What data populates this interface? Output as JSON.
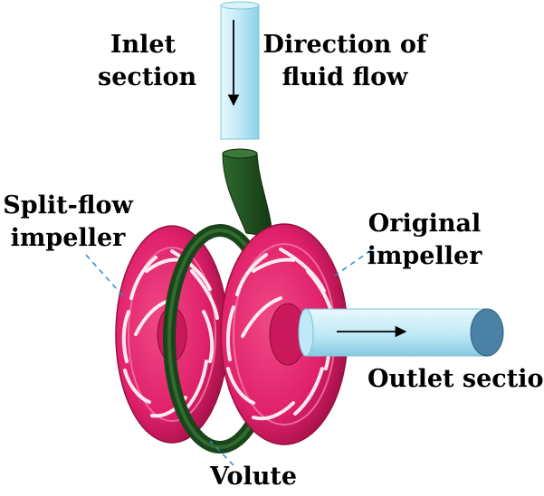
{
  "labels": {
    "inlet_line1": "Inlet",
    "inlet_line2": "section",
    "direction_line1": "Direction of",
    "direction_line2": "fluid flow",
    "split_line1": "Split-flow",
    "split_line2": "impeller",
    "original_line1": "Original",
    "original_line2": "impeller",
    "outlet": "Outlet section",
    "volute": "Volute"
  },
  "colors": {
    "pipe": "#bfe9f6",
    "pipe_edge": "#7fc3d9",
    "pipe_end": "#4a82a6",
    "volute": "#1f4f1f",
    "impeller": "#e0206a",
    "impeller_dark": "#b5174f",
    "impeller_light": "#f27aa6",
    "leader": "#2a8ad6"
  }
}
